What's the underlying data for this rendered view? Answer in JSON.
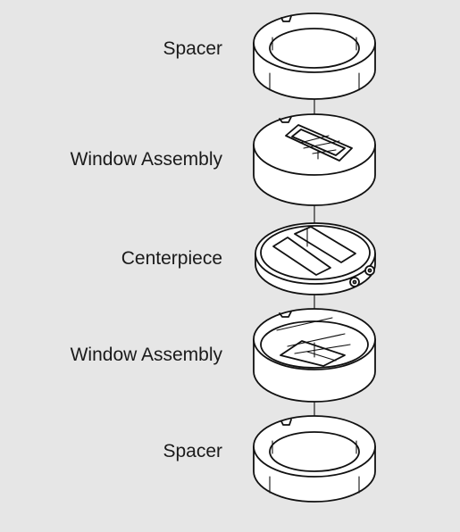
{
  "labels": {
    "top_spacer": "Spacer",
    "top_window_assembly": "Window Assembly",
    "centerpiece": "Centerpiece",
    "bottom_window_assembly": "Window Assembly",
    "bottom_spacer": "Spacer"
  },
  "colors": {
    "background": "#e6e6e6",
    "part_fill": "#ffffff",
    "line": "#111111",
    "text": "#1a1a1a"
  }
}
